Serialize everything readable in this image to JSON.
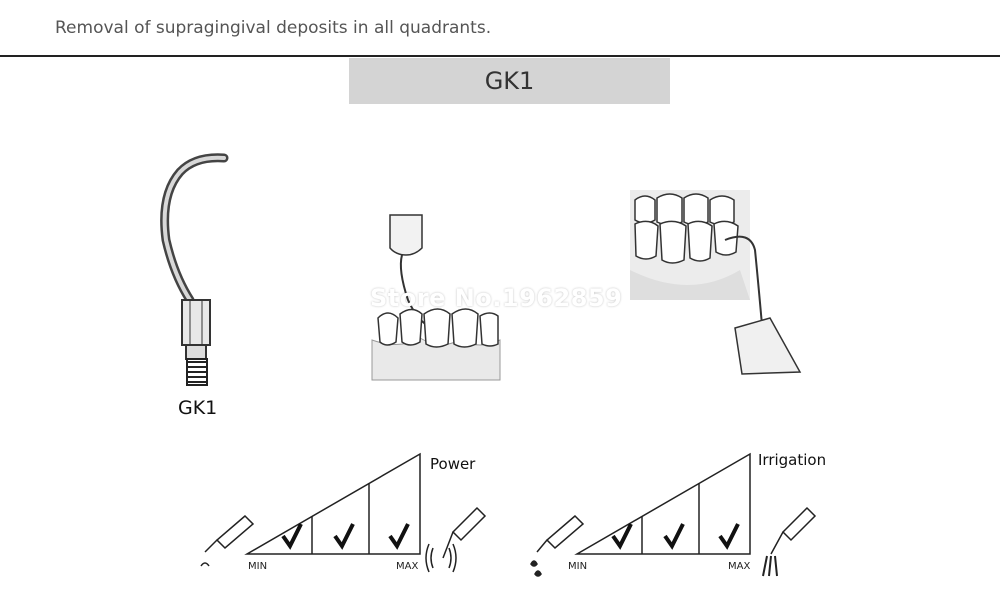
{
  "header": {
    "caption": "Removal of supragingival deposits in all quadrants.",
    "title": "GK1"
  },
  "tip": {
    "label": "GK1"
  },
  "watermark": "Store No.1962859",
  "gauges": [
    {
      "title": "Power",
      "min_label": "MIN",
      "max_label": "MAX",
      "levels_total": 3,
      "levels_checked": 3
    },
    {
      "title": "Irrigation",
      "min_label": "MIN",
      "max_label": "MAX",
      "levels_total": 3,
      "levels_checked": 3
    }
  ]
}
